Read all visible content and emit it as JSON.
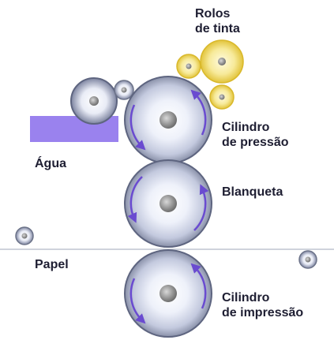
{
  "labels": {
    "ink_rollers": [
      "Rolos",
      "de tinta"
    ],
    "water": "Água",
    "plate_cylinder": [
      "Cilindro",
      "de pressão"
    ],
    "blanket": "Blanqueta",
    "paper": "Papel",
    "impression_cylinder": [
      "Cilindro",
      "de impressão"
    ]
  },
  "colors": {
    "cylinder_rim": "#6b7288",
    "cylinder_fill": "#eef1fa",
    "cylinder_shade": "#aeb6d0",
    "hub": "#8a8a8a",
    "arrow": "#6a4bd0",
    "ink_roller": "#f3e58a",
    "ink_roller_rim": "#d9b82a",
    "water_tray": "#9a82ee",
    "paper_line": "#cfd3dc"
  }
}
